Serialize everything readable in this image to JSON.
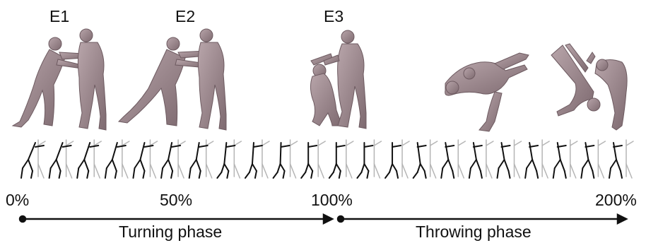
{
  "events": [
    {
      "label": "E1"
    },
    {
      "label": "E2"
    },
    {
      "label": "E3"
    }
  ],
  "percent_ticks": [
    "0%",
    "50%",
    "100%",
    "200%"
  ],
  "phases": [
    {
      "label": "Turning phase"
    },
    {
      "label": "Throwing phase"
    }
  ],
  "colors": {
    "figure_fill": "#a08c91",
    "figure_shadow": "#7e6a70",
    "stick": "#111111",
    "stick_ghost": "#b5b5b5",
    "arrow": "#111111"
  }
}
